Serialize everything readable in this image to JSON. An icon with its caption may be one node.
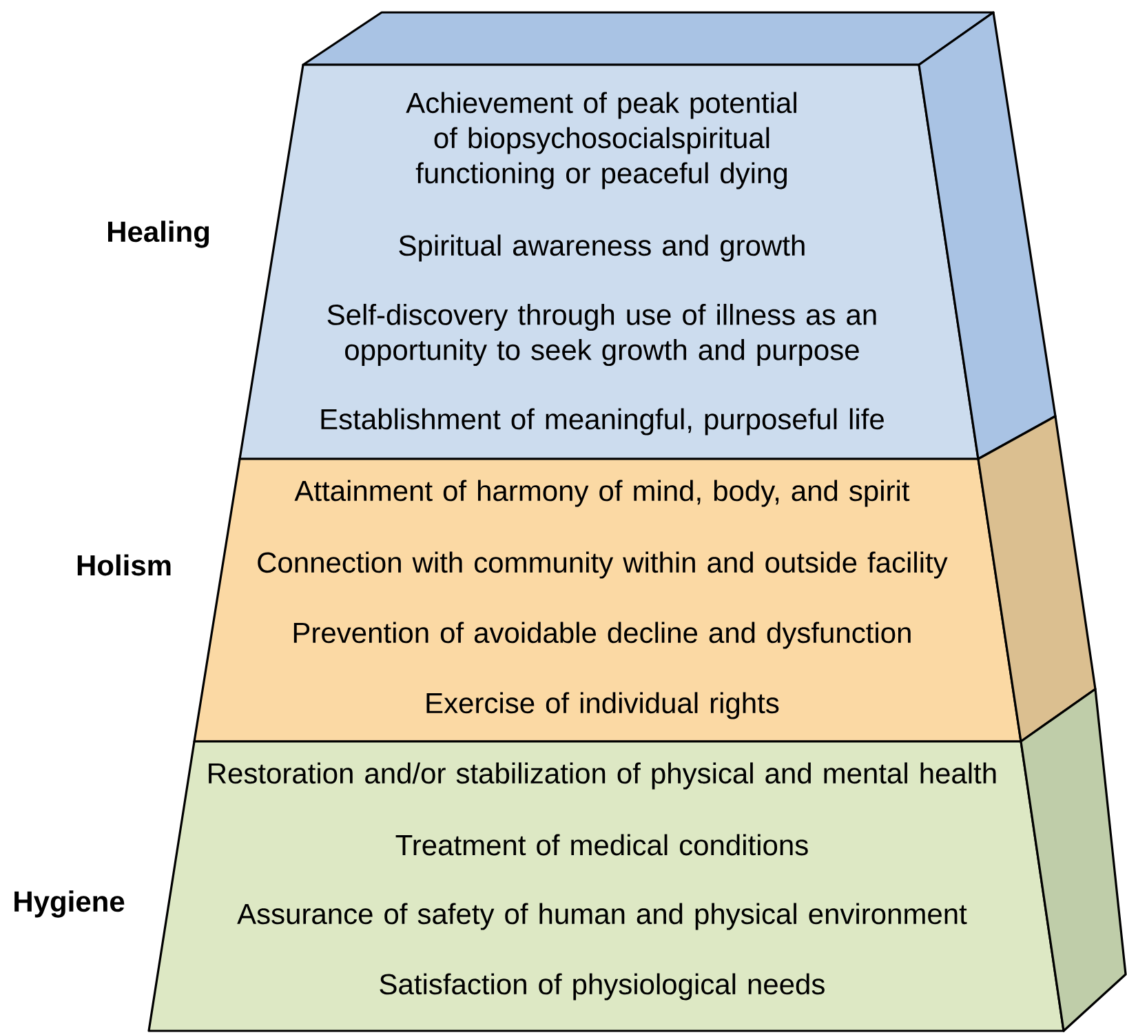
{
  "diagram": {
    "nodes": [
      {
        "text": [
          "Healing",
          "Achievement of peak potential of biopsychosocialspiritual functioning or peaceful dying",
          "Spiritual awareness and growth",
          "Self-discovery through use of illness as an opportunity to seek growth and purpose",
          "Establishment of meaningful, purposeful life"
        ]
      },
      {
        "text": [
          "Holism",
          "Attainment of harmony of mind, body, and spirit",
          "Connection with community within and outside facility",
          "Prevention of avoidable decline and dysfunction",
          "Exercise of individual rights"
        ]
      },
      {
        "text": [
          "Hygiene",
          "Restoration and/or stabilization of physical and mental health",
          "Treatment of medical conditions",
          "Assurance of safety of human and physical environment",
          "Satisfaction of physiological needs"
        ]
      }
    ]
  }
}
